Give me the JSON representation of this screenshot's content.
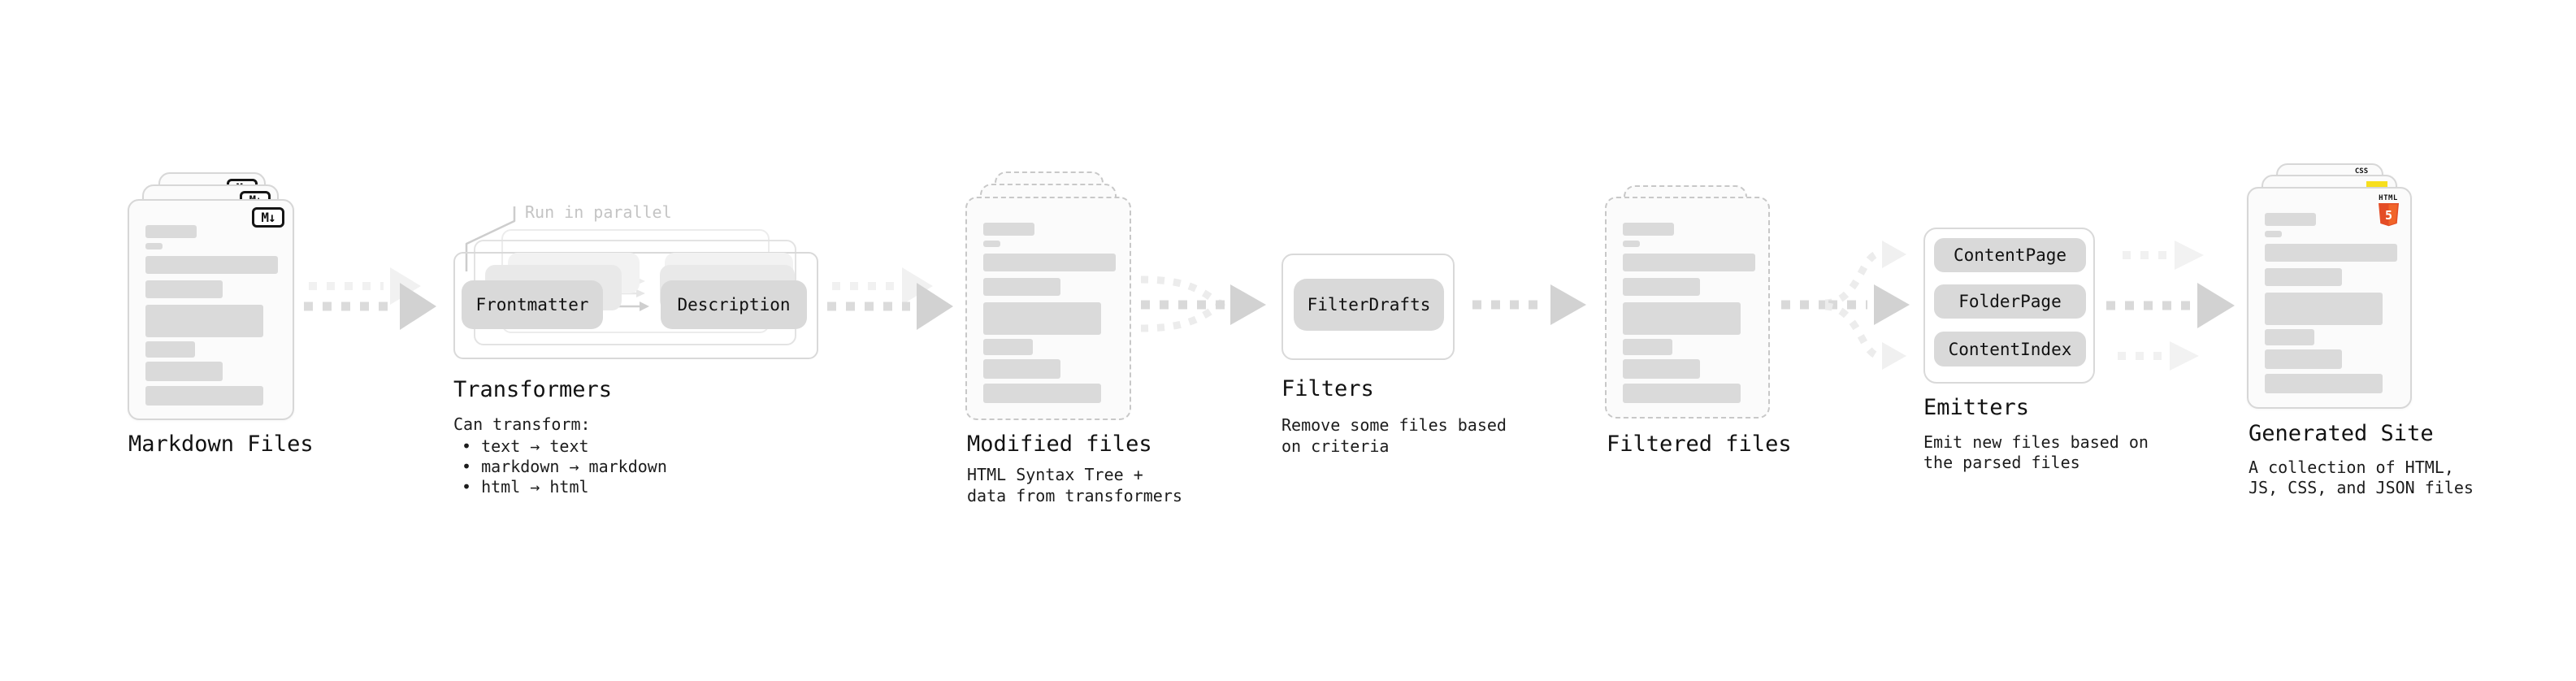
{
  "diagram": {
    "annotation_run_in_parallel": "Run in parallel",
    "stages": [
      {
        "id": "markdown-files",
        "label": "Markdown Files"
      },
      {
        "id": "transformers",
        "label": "Transformers",
        "nodes": [
          "Frontmatter",
          "Description"
        ],
        "desc": [
          "Can transform:",
          "• text → text",
          "• markdown → markdown",
          "• html → html"
        ]
      },
      {
        "id": "modified-files",
        "label": "Modified files",
        "desc": [
          "HTML Syntax Tree +",
          "data from transformers"
        ]
      },
      {
        "id": "filters",
        "label": "Filters",
        "nodes": [
          "FilterDrafts"
        ],
        "desc": [
          "Remove some files based",
          "on criteria"
        ]
      },
      {
        "id": "filtered-files",
        "label": "Filtered files"
      },
      {
        "id": "emitters",
        "label": "Emitters",
        "nodes": [
          "ContentPage",
          "FolderPage",
          "ContentIndex"
        ],
        "desc": [
          "Emit new files based on",
          "the parsed files"
        ]
      },
      {
        "id": "generated-site",
        "label": "Generated Site",
        "desc": [
          "A collection of HTML,",
          "JS, CSS, and JSON files"
        ]
      }
    ],
    "icons": {
      "markdown": "M↓",
      "html5_label": "HTML",
      "html5_number": "5",
      "css_label": "CSS"
    },
    "colors": {
      "accent_html5": "#e44d26",
      "accent_html5_light": "#f16529",
      "accent_js": "#f7df1e",
      "accent_css": "#2965f1",
      "placeholder_bar": "#dadada",
      "node_bg": "#d9d9d9",
      "arrow_main": "#d2d2d2",
      "arrow_light": "#f0f0f0",
      "text": "#161616",
      "muted_text": "#c4c4c4"
    }
  }
}
